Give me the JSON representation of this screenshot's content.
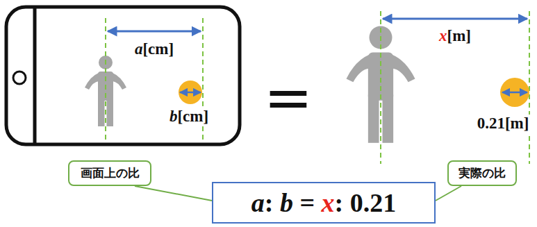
{
  "diagram": {
    "nodes": [
      {
        "text": [
          "画面上の比"
        ]
      },
      {
        "text": [
          "a: b = x: 0.21"
        ]
      },
      {
        "text": [
          "実際の比"
        ]
      }
    ],
    "edges": [
      {
        "from": 0,
        "to": 1,
        "arrow": "none"
      },
      {
        "from": 2,
        "to": 1,
        "arrow": "none"
      }
    ],
    "labels": [
      "a[cm]",
      "b[cm]",
      "=",
      "x[m]",
      "0.21[m]"
    ]
  }
}
